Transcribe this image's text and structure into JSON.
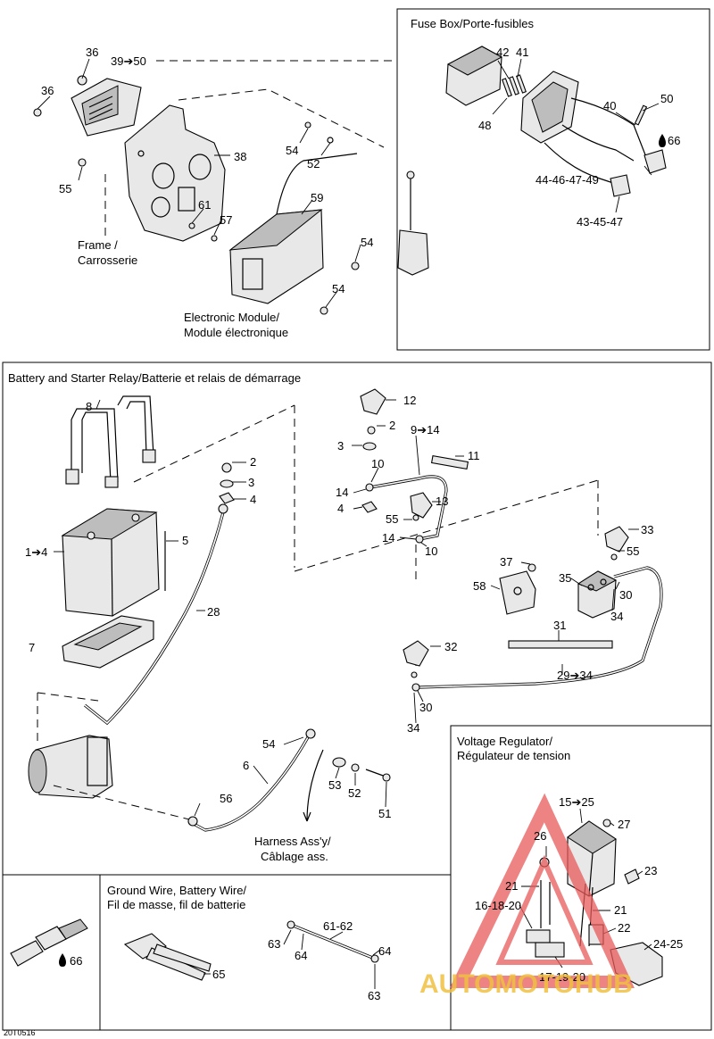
{
  "sections": {
    "fuse_box": "Fuse Box/Porte-fusibles",
    "battery": "Battery and Starter Relay/Batterie et relais de démarrage",
    "voltage_regulator_1": "Voltage Regulator/",
    "voltage_regulator_2": "Régulateur de tension",
    "ground_wire_1": "Ground Wire, Battery Wire/",
    "ground_wire_2": "Fil de masse, fil de batterie"
  },
  "labels": {
    "frame_1": "Frame /",
    "frame_2": "Carrosserie",
    "module_1": "Electronic Module/",
    "module_2": "Module électronique",
    "harness_1": "Harness Ass'y/",
    "harness_2": "Câblage ass."
  },
  "callouts": {
    "n36a": "36",
    "n36b": "36",
    "n39": "39➔50",
    "n38": "38",
    "n55": "55",
    "n61": "61",
    "n57": "57",
    "n54a": "54",
    "n52": "52",
    "n59": "59",
    "n54b": "54",
    "n54c": "54",
    "n42": "42",
    "n41": "41",
    "n48": "48",
    "n40": "40",
    "n50": "50",
    "n66": "66",
    "n44": "44-46-47-49",
    "n43": "43-45-47",
    "n8": "8",
    "n1": "1➔4",
    "n5": "5",
    "n7": "7",
    "n28": "28",
    "n2": "2",
    "n3": "3",
    "n4": "4",
    "n12": "12",
    "n2b": "2",
    "n3b": "3",
    "n9": "9➔14",
    "n11": "11",
    "n10": "10",
    "n14a": "14",
    "n13": "13",
    "n4b": "4",
    "n55b": "55",
    "n14b": "14",
    "n10b": "10",
    "n33": "33",
    "n55c": "55",
    "n37": "37",
    "n58": "58",
    "n35": "35",
    "n30": "30",
    "n34": "34",
    "n31": "31",
    "n32": "32",
    "n29": "29➔34",
    "n30b": "30",
    "n34b": "34",
    "n54d": "54",
    "n6": "6",
    "n53": "53",
    "n52b": "52",
    "n51": "51",
    "n56": "56",
    "n15": "15➔25",
    "n27": "27",
    "n26": "26",
    "n23": "23",
    "n21a": "21",
    "n16": "16-18-20",
    "n21b": "21",
    "n22": "22",
    "n24": "24-25",
    "n17": "17-19-20",
    "n66b": "66",
    "n65": "65",
    "n61b": "61-62",
    "n63a": "63",
    "n64a": "64",
    "n64b": "64",
    "n63b": "63"
  },
  "footer": {
    "code": "20T0516"
  },
  "watermark": {
    "text": "AUTOMOTOHUB",
    "accent": "#e85a5a",
    "text_color": "#f0c040"
  }
}
